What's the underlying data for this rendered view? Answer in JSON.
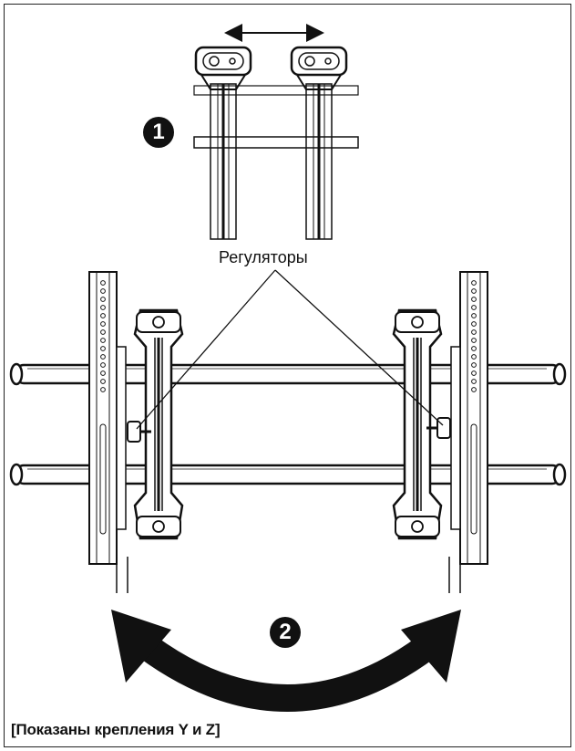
{
  "steps": {
    "step1": "1",
    "step2": "2"
  },
  "labels": {
    "regulators": "Регуляторы"
  },
  "caption": "[Показаны крепления Y и Z]",
  "colors": {
    "ink": "#111111",
    "background": "#ffffff"
  },
  "icons": {
    "top_arrow": "double-arrow-horizontal",
    "bottom_arrow": "curved-double-arrow"
  }
}
